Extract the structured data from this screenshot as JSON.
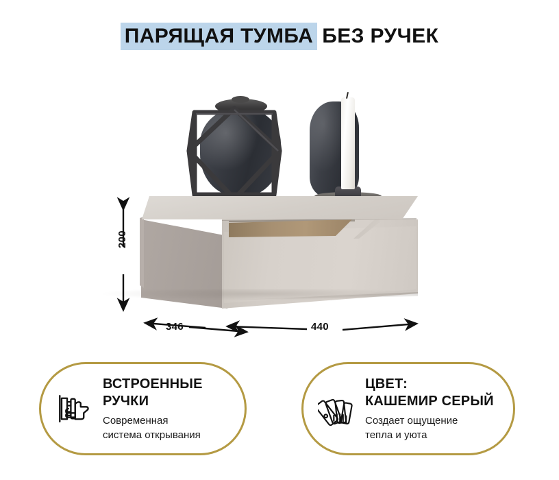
{
  "title": {
    "highlighted": "ПАРЯЩАЯ ТУМБА",
    "plain": "БЕЗ РУЧЕК",
    "highlight_color": "#bcd5ea"
  },
  "product": {
    "name": "Парящая тумба без ручек",
    "body_color": "#d2ccc6",
    "side_color": "#a9a19c",
    "handle_recess_color": "#a79072",
    "decor": [
      {
        "name": "geometric-cage-lantern",
        "color": "#35383e"
      },
      {
        "name": "dark-vase",
        "color": "#3c3f46"
      },
      {
        "name": "white-taper-candle",
        "color": "#ffffff"
      },
      {
        "name": "candle-dish",
        "color": "#56534f"
      }
    ]
  },
  "dimensions": {
    "unit": "mm",
    "height": "200",
    "depth": "346",
    "width": "440"
  },
  "badges": [
    {
      "id": "built-in-handles",
      "icon": "hand-drawer-icon",
      "heading": "ВСТРОЕННЫЕ\nРУЧКИ",
      "subtext": "Современная\nсистема открывания",
      "border_color": "#b49a43"
    },
    {
      "id": "color",
      "icon": "color-swatch-fan-icon",
      "heading": "ЦВЕТ:\nКАШЕМИР СЕРЫЙ",
      "subtext": "Создает ощущение\nтепла и уюта",
      "border_color": "#b49a43"
    }
  ]
}
